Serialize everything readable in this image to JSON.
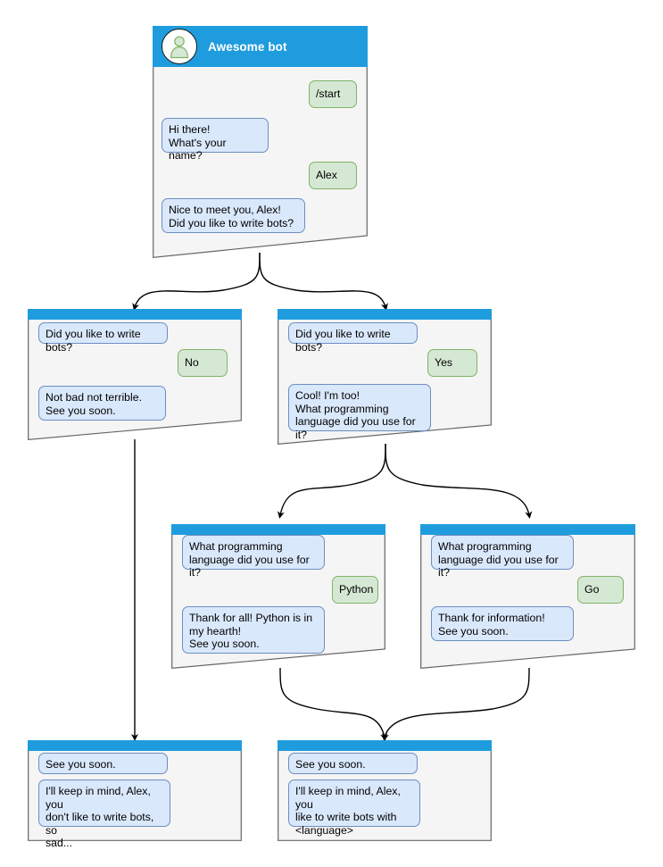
{
  "diagram": {
    "kind": "chatbot-conversation-flow",
    "colors": {
      "header_blue": "#1f9cdd",
      "bot_bubble_fill": "#dae8fc",
      "bot_bubble_border": "#6c8ebf",
      "user_bubble_fill": "#d5e8d4",
      "user_bubble_border": "#82b366",
      "card_fill": "#f5f5f5",
      "card_border": "#666666",
      "edge": "#000000"
    }
  },
  "cards": {
    "root": {
      "title": "Awesome bot",
      "avatar_icon": "person-avatar-icon",
      "messages": [
        {
          "side": "user",
          "text": "/start"
        },
        {
          "side": "bot",
          "text": "Hi there!\nWhat's your name?"
        },
        {
          "side": "user",
          "text": "Alex"
        },
        {
          "side": "bot",
          "text": "Nice to meet you, Alex!\nDid you like to write bots?"
        }
      ]
    },
    "no_branch": {
      "messages": [
        {
          "side": "bot",
          "text": "Did you like to write bots?"
        },
        {
          "side": "user",
          "text": "No"
        },
        {
          "side": "bot",
          "text": "Not bad not terrible.\nSee you soon."
        }
      ]
    },
    "yes_branch": {
      "messages": [
        {
          "side": "bot",
          "text": "Did you like to write bots?"
        },
        {
          "side": "user",
          "text": "Yes"
        },
        {
          "side": "bot",
          "text": "Cool! I'm too!\nWhat programming\nlanguage did you use for it?"
        }
      ]
    },
    "python_branch": {
      "messages": [
        {
          "side": "bot",
          "text": "What programming\nlanguage did you use for it?"
        },
        {
          "side": "user",
          "text": "Python"
        },
        {
          "side": "bot",
          "text": "Thank for all! Python is in\nmy hearth!\nSee you soon."
        }
      ]
    },
    "go_branch": {
      "messages": [
        {
          "side": "bot",
          "text": "What programming\nlanguage did you use for it?"
        },
        {
          "side": "user",
          "text": "Go"
        },
        {
          "side": "bot",
          "text": "Thank for information!\nSee you soon."
        }
      ]
    },
    "end_no": {
      "messages": [
        {
          "side": "bot",
          "text": "See you soon."
        },
        {
          "side": "bot",
          "text": "I'll keep in mind, Alex, you\ndon't like to write bots, so\nsad..."
        }
      ]
    },
    "end_yes": {
      "messages": [
        {
          "side": "bot",
          "text": "See you soon."
        },
        {
          "side": "bot",
          "text": "I'll keep in mind, Alex, you\nlike to write bots with\n<language>"
        }
      ]
    }
  }
}
